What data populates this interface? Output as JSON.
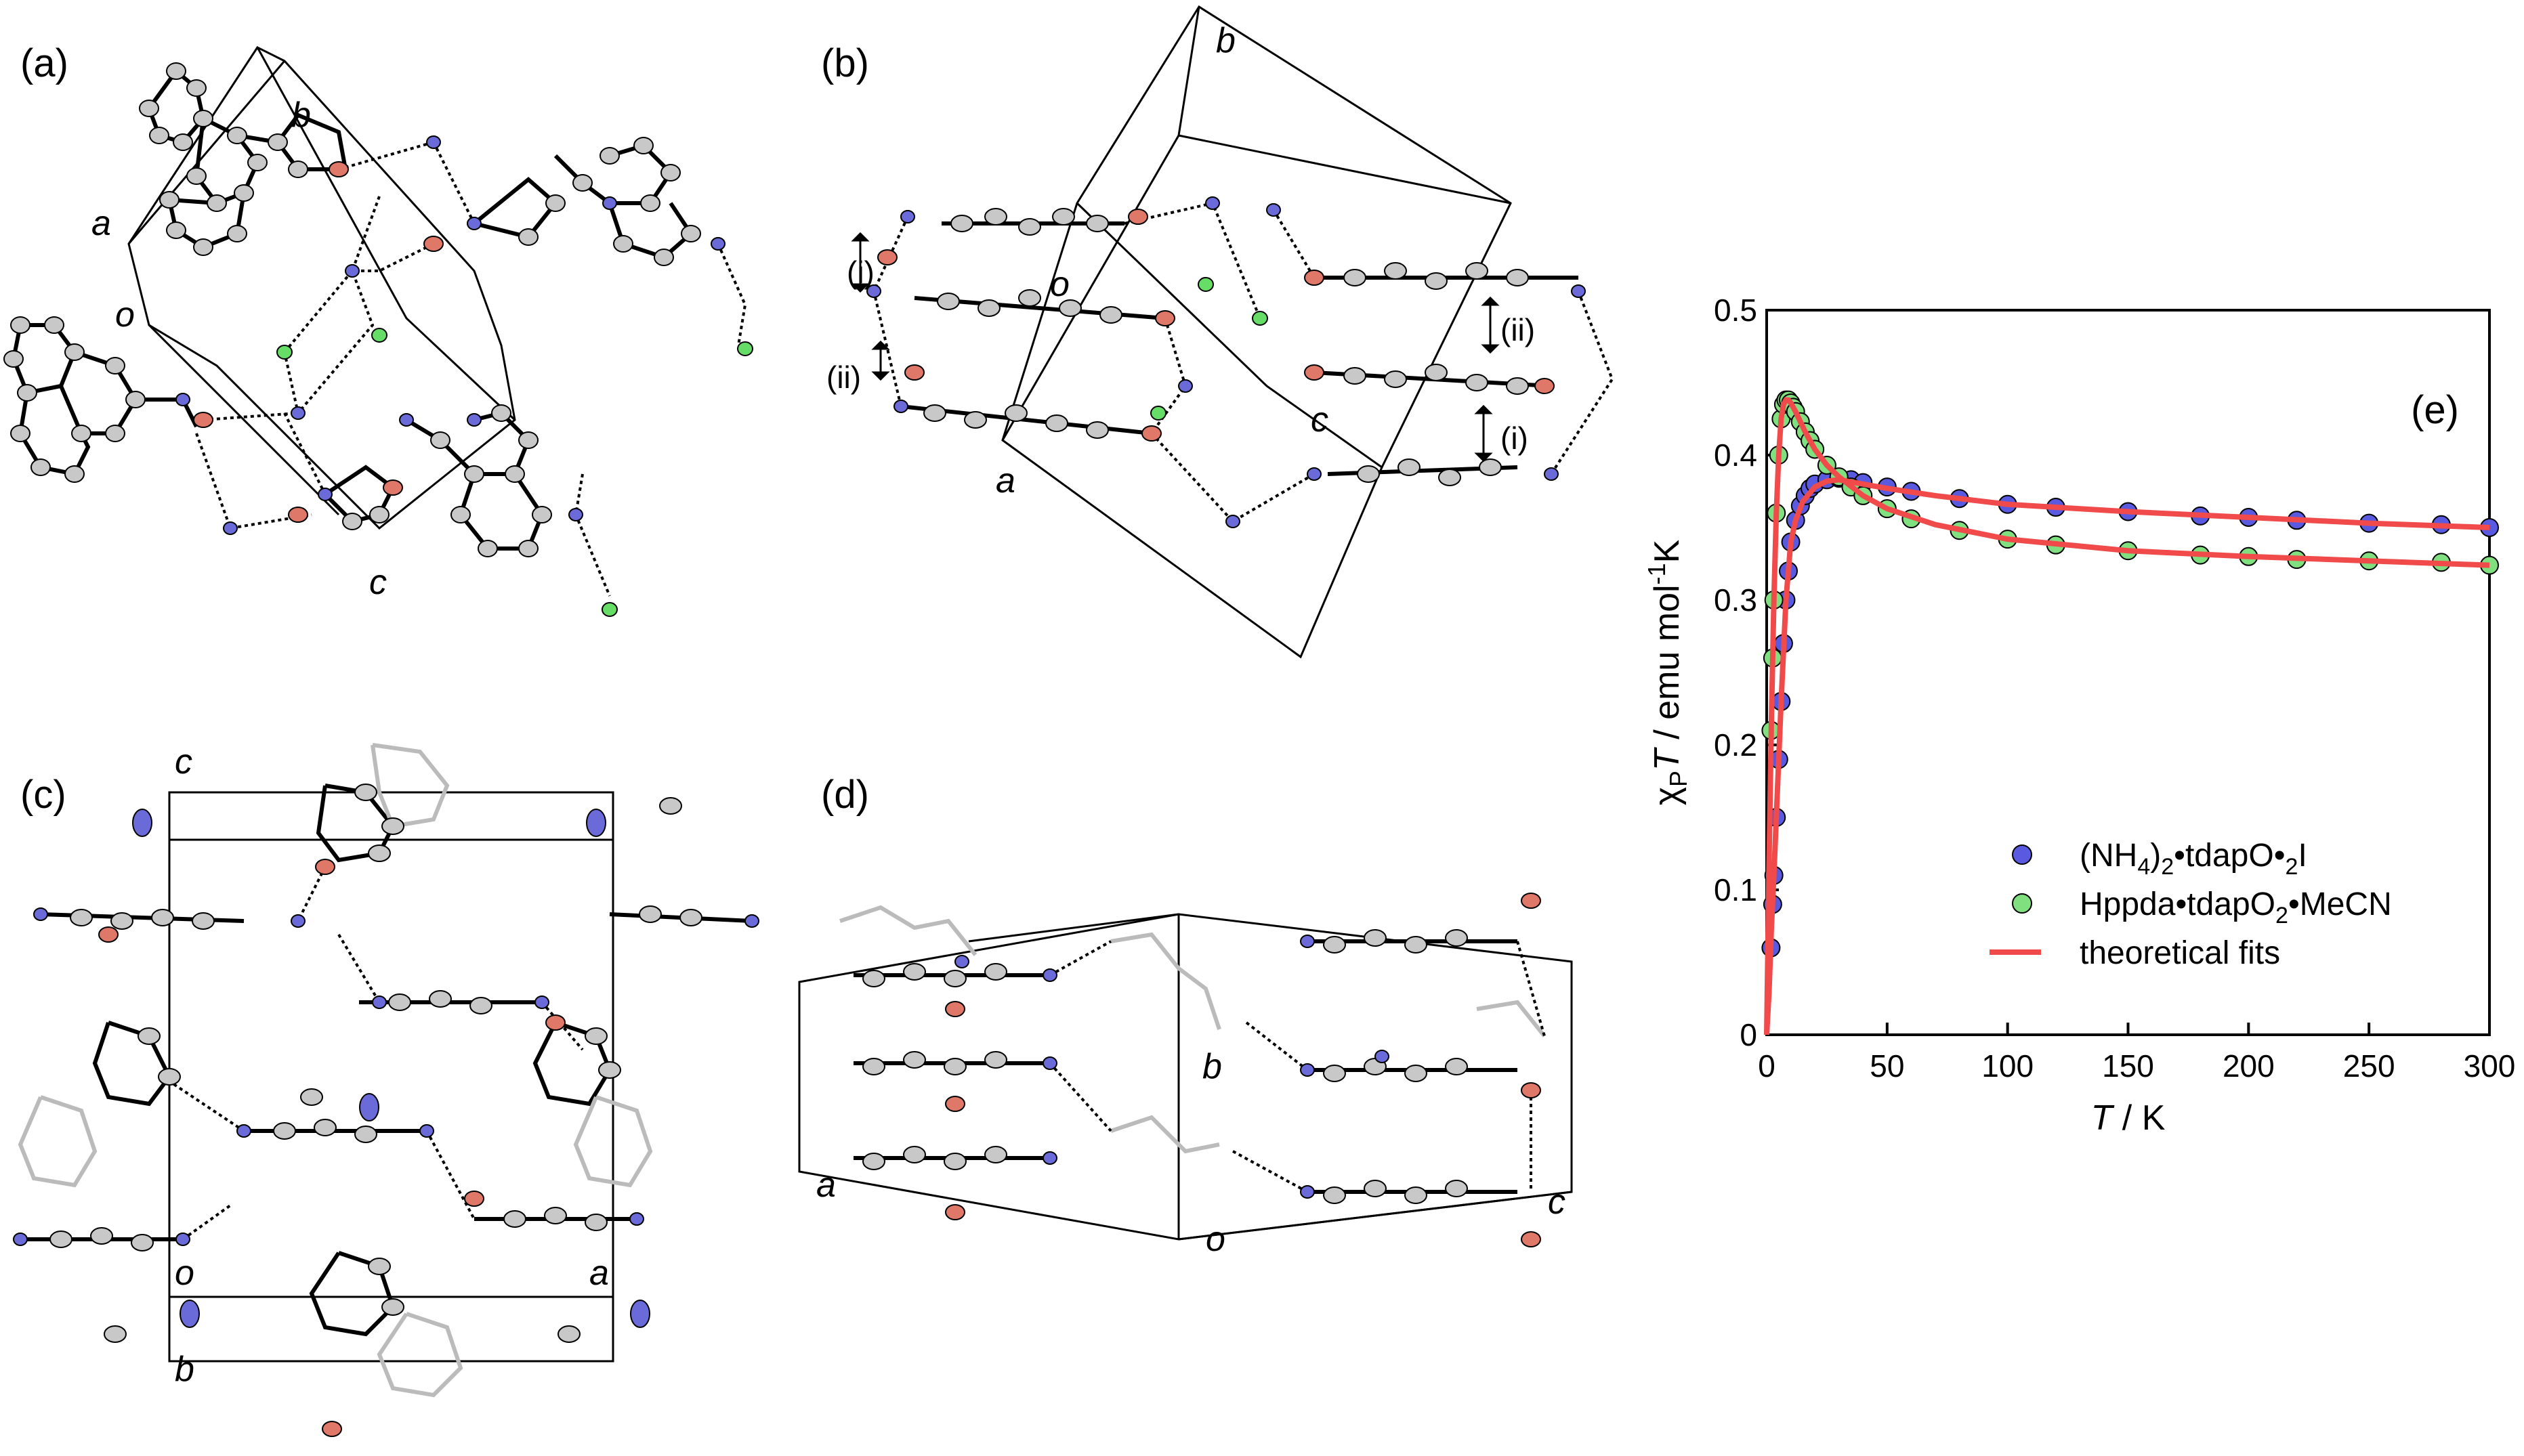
{
  "panels": {
    "a": {
      "label": "(a)",
      "axes": [
        "a",
        "b",
        "c",
        "o"
      ]
    },
    "b": {
      "label": "(b)",
      "axes": [
        "a",
        "b",
        "c",
        "o"
      ],
      "notes": [
        "(i)",
        "(ii)",
        "(ii)",
        "(i)"
      ]
    },
    "c": {
      "label": "(c)",
      "axes": [
        "c",
        "o",
        "a",
        "b"
      ]
    },
    "d": {
      "label": "(d)",
      "axes": [
        "a",
        "b",
        "c",
        "o"
      ]
    },
    "e": {
      "label": "(e)"
    }
  },
  "colors": {
    "carbon": "#c8c8c8",
    "nitrogen": "#6a6ad8",
    "oxygen": "#e0786a",
    "halide": "#66dd66",
    "series_blue": "#5a5ae0",
    "series_green": "#80e080",
    "fit": "#f04a4a"
  },
  "chart_data": {
    "type": "scatter",
    "ylabel_parts": [
      "χ",
      "P",
      "T",
      " / emu mol",
      "-1",
      "K"
    ],
    "xlabel_parts": [
      "T",
      " / K"
    ],
    "xlim": [
      0,
      300
    ],
    "ylim": [
      0,
      0.5
    ],
    "xticks": [
      "0",
      "50",
      "100",
      "150",
      "200",
      "250",
      "300"
    ],
    "yticks": [
      "0",
      "0.1",
      "0.2",
      "0.3",
      "0.4",
      "0.5"
    ],
    "legend_position": "bottom-right",
    "legend": [
      {
        "parts": [
          "(NH",
          "4",
          ")",
          "2",
          "•tdapO•",
          "2",
          "I"
        ],
        "kind": "marker",
        "color": "#5a5ae0"
      },
      {
        "parts": [
          "Hppda•tdapO",
          "2",
          "•MeCN"
        ],
        "kind": "marker",
        "color": "#80e080"
      },
      {
        "parts": [
          "theoretical fits"
        ],
        "kind": "line",
        "color": "#f04a4a"
      }
    ],
    "series": [
      {
        "color": "#5a5ae0",
        "x": [
          1.8,
          2.5,
          3,
          4,
          5,
          6,
          7,
          8,
          9,
          10,
          12,
          14,
          16,
          18,
          20,
          25,
          30,
          35,
          40,
          50,
          60,
          80,
          100,
          120,
          150,
          180,
          200,
          220,
          250,
          280,
          300
        ],
        "y": [
          0.06,
          0.09,
          0.11,
          0.15,
          0.19,
          0.23,
          0.27,
          0.3,
          0.32,
          0.34,
          0.355,
          0.365,
          0.372,
          0.377,
          0.38,
          0.383,
          0.384,
          0.383,
          0.381,
          0.378,
          0.375,
          0.37,
          0.366,
          0.364,
          0.361,
          0.358,
          0.357,
          0.355,
          0.353,
          0.352,
          0.35
        ]
      },
      {
        "color": "#80e080",
        "x": [
          1.8,
          2.5,
          3,
          4,
          5,
          6,
          7,
          8,
          9,
          10,
          11,
          12,
          14,
          16,
          18,
          20,
          25,
          30,
          35,
          40,
          50,
          60,
          80,
          100,
          120,
          150,
          180,
          200,
          220,
          250,
          280,
          300
        ],
        "y": [
          0.21,
          0.26,
          0.3,
          0.36,
          0.4,
          0.425,
          0.435,
          0.438,
          0.438,
          0.436,
          0.433,
          0.43,
          0.423,
          0.416,
          0.41,
          0.404,
          0.393,
          0.385,
          0.378,
          0.372,
          0.363,
          0.356,
          0.348,
          0.342,
          0.338,
          0.334,
          0.331,
          0.33,
          0.328,
          0.327,
          0.326,
          0.324
        ]
      }
    ],
    "fits": [
      {
        "color": "#f04a4a",
        "x": [
          0,
          1,
          2,
          3,
          4,
          6,
          8,
          10,
          12,
          15,
          20,
          25,
          30,
          40,
          50,
          70,
          100,
          150,
          200,
          250,
          300
        ],
        "y": [
          0,
          0.03,
          0.075,
          0.11,
          0.15,
          0.23,
          0.3,
          0.34,
          0.355,
          0.368,
          0.378,
          0.382,
          0.383,
          0.38,
          0.377,
          0.372,
          0.366,
          0.361,
          0.357,
          0.353,
          0.35
        ]
      },
      {
        "color": "#f04a4a",
        "x": [
          0,
          1,
          2,
          3,
          4,
          5,
          6,
          7,
          8,
          9,
          10,
          12,
          14,
          16,
          20,
          25,
          30,
          40,
          50,
          70,
          100,
          150,
          200,
          250,
          300
        ],
        "y": [
          0,
          0.12,
          0.22,
          0.3,
          0.36,
          0.4,
          0.425,
          0.435,
          0.438,
          0.438,
          0.436,
          0.43,
          0.423,
          0.416,
          0.404,
          0.393,
          0.385,
          0.372,
          0.363,
          0.352,
          0.342,
          0.334,
          0.33,
          0.327,
          0.324
        ]
      }
    ]
  }
}
